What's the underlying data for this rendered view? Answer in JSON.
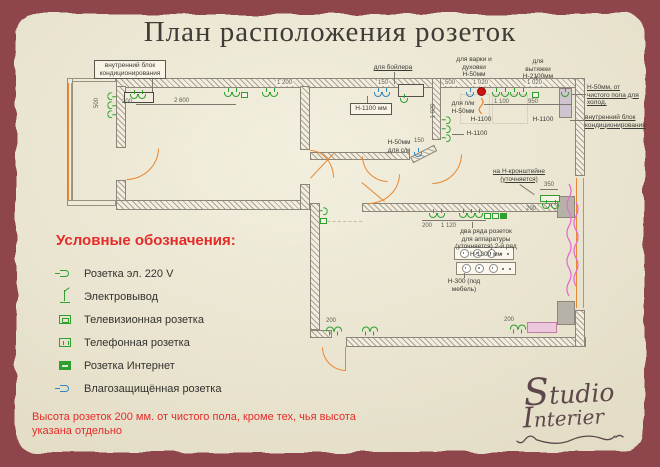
{
  "slide": {
    "title": "План расположения розеток"
  },
  "legend": {
    "heading": "Условные обозначения:",
    "items": [
      {
        "icon": "socket-220v-icon",
        "label": "Розетка эл. 220 V"
      },
      {
        "icon": "electric-outlet-icon",
        "label": "Электровывод"
      },
      {
        "icon": "tv-socket-icon",
        "label": "Телевизионная розетка"
      },
      {
        "icon": "phone-socket-icon",
        "label": "Телефонная розетка"
      },
      {
        "icon": "internet-socket-icon",
        "label": "Розетка Интернет"
      },
      {
        "icon": "waterproof-socket-icon",
        "label": "Влагозащищённая розетка"
      }
    ]
  },
  "note": "Высота розеток 200 мм. от чистого пола, кроме тех, чья высота указана отдельно",
  "logo": {
    "line1": "Studio",
    "line2": "Interier"
  },
  "plan": {
    "labels": {
      "ac_left": "внутренний блок кондиционирования",
      "boiler": "для бойлера",
      "h1100mm": "Н-1100 мм",
      "dishwasher": "для п/м Н-50мм",
      "stove": "для варки и духовки Н-50мм",
      "hood": "для вытяжки Н-2100мм",
      "fridge": "Н-50мм, от чистого пола для холод.",
      "ac_right": "внутренний блок кондиционирования",
      "washer": "Н-50мм для с/м",
      "bracket": "на Н-кронштейне (уточняется)",
      "rows": "два ряда розеток для аппаратуры (уточняется) 2-й ряд Н-1300 мм",
      "h300": "Н-300 (под мебель)",
      "h1100a": "Н-1100",
      "h1100b": "Н-1100",
      "h1100c": "Н-1100"
    },
    "dims": {
      "d200ac": "200",
      "d2600": "2 600",
      "d1200": "1 200",
      "d500v": "500",
      "d150b": "150",
      "d500t": "500",
      "d1020a": "1 020",
      "d1020b": "1 020",
      "d1020wc": "1 020",
      "d1100": "1 100",
      "d950": "950",
      "d150w": "150",
      "d350": "350",
      "d200r": "200",
      "d200liv": "200",
      "d1120": "1 120",
      "d200hall": "200",
      "d200corner": "200"
    }
  },
  "colors": {
    "frame": "#8f454c",
    "accent_red": "#e42b28",
    "socket_green": "#2fa02f",
    "socket_blue": "#2e86c1",
    "door_orange": "#e8872f"
  }
}
